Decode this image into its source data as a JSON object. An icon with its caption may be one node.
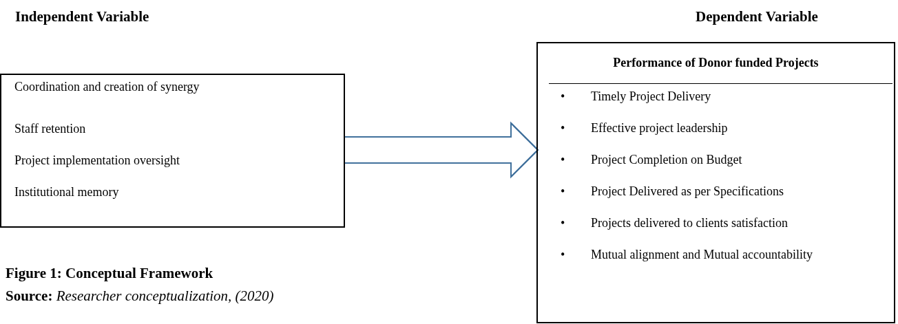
{
  "diagram": {
    "caption": "Figure 1: Conceptual Framework",
    "nodes": [
      {
        "text": [
          "Independent Variable",
          "Coordination and creation of synergy",
          "Staff retention",
          "Project implementation oversight",
          "Institutional memory"
        ]
      },
      {
        "text": [
          "Dependent Variable",
          "Performance of Donor funded Projects",
          "•",
          "Timely Project Delivery",
          "•",
          "Effective project leadership",
          "•",
          "Project Completion on Budget",
          "•",
          "Project Delivered as per Specifications",
          "•",
          "Projects delivered to clients satisfaction",
          "•",
          "Mutual alignment and Mutual accountability"
        ]
      }
    ],
    "edges": [
      {
        "from": 0,
        "to": 1,
        "arrow": "to"
      }
    ],
    "labels": [
      "**Source:** *Researcher conceptualization, (2020)*"
    ]
  }
}
